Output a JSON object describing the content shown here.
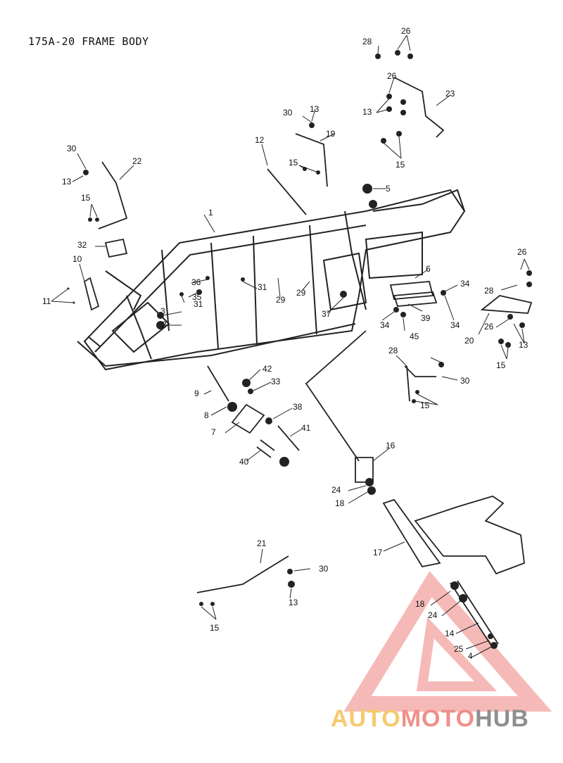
{
  "title": "175A-20 FRAME BODY",
  "watermark": {
    "part1": "AUTO",
    "part2": "MOTO",
    "part3": "HUB"
  },
  "colors": {
    "watermark_red": "#f2a4a0",
    "watermark_yellow": "#f5c96f",
    "watermark_grey": "#8f8f8f",
    "line": "#222222"
  },
  "callouts": [
    "1",
    "2",
    "3",
    "4",
    "5",
    "6",
    "7",
    "8",
    "9",
    "10",
    "11",
    "12",
    "13",
    "13",
    "13",
    "13",
    "13",
    "14",
    "15",
    "15",
    "15",
    "15",
    "15",
    "15",
    "16",
    "17",
    "18",
    "18",
    "19",
    "20",
    "21",
    "22",
    "23",
    "24",
    "24",
    "25",
    "26",
    "26",
    "26",
    "26",
    "28",
    "28",
    "28",
    "29",
    "29",
    "30",
    "30",
    "30",
    "30",
    "31",
    "31",
    "32",
    "33",
    "34",
    "34",
    "34",
    "35",
    "36",
    "37",
    "38",
    "39",
    "40",
    "41",
    "42",
    "45"
  ]
}
